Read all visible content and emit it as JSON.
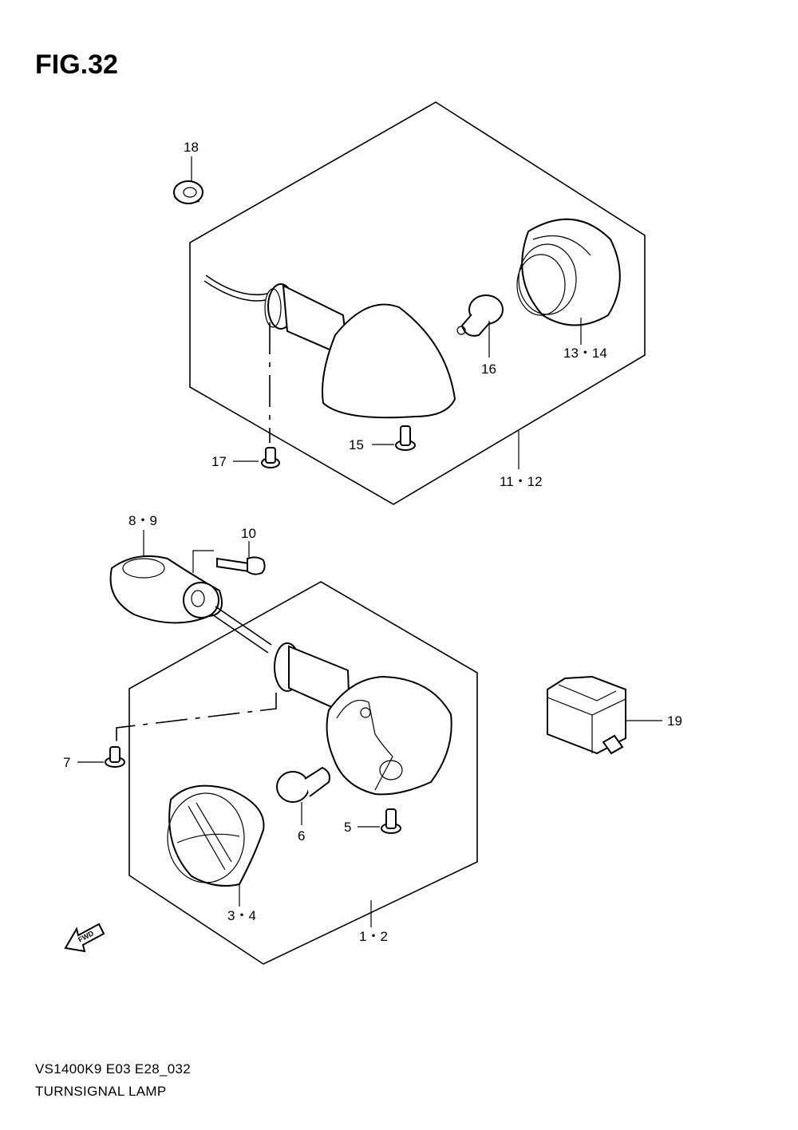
{
  "figure": {
    "title": "FIG.32"
  },
  "callouts": {
    "c18": "18",
    "c16": "16",
    "c1314": "13・14",
    "c15": "15",
    "c17": "17",
    "c1112": "11・12",
    "c89": "8・9",
    "c10": "10",
    "c19": "19",
    "c7": "7",
    "c5": "5",
    "c6": "6",
    "c34": "3・4",
    "c12": "1・2"
  },
  "fwd_label": "FWD",
  "footer": {
    "model_code": "VS1400K9 E03 E28_032",
    "caption": "TURNSIGNAL LAMP"
  }
}
